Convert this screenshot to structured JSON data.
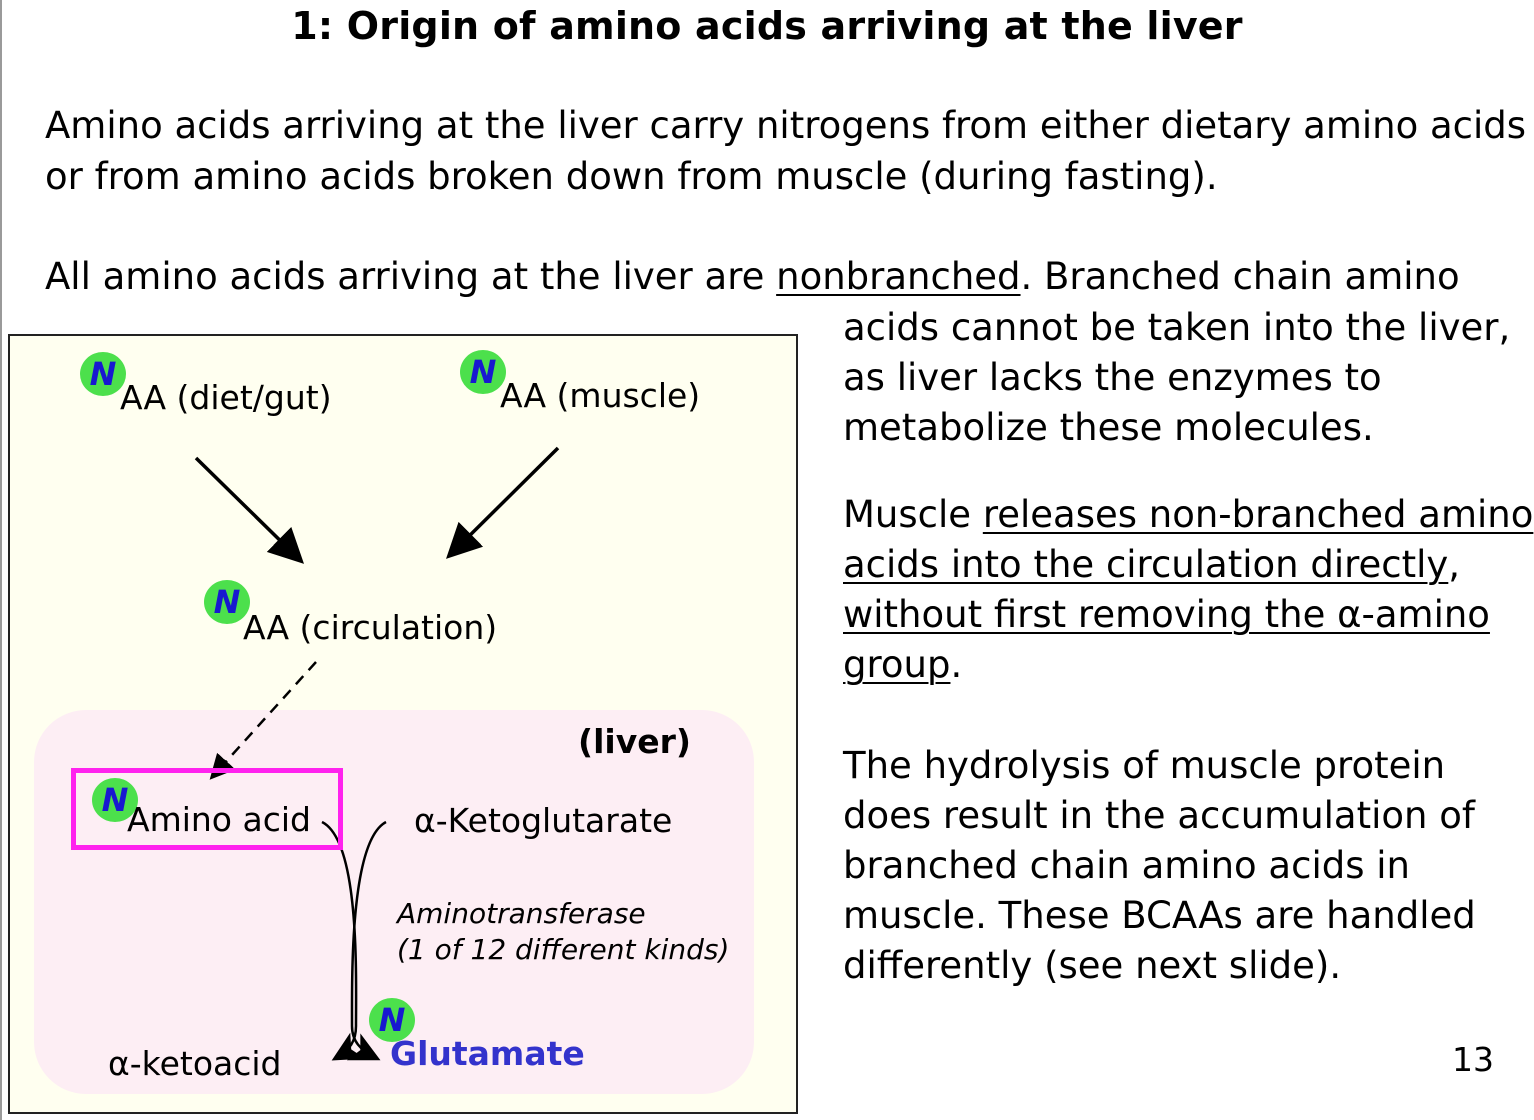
{
  "slide": {
    "title": "1:  Origin of amino acids arriving at the liver",
    "para1": {
      "line1": "Amino acids arriving at the liver carry nitrogens from either dietary amino acids",
      "line2": "or from amino acids broken down from muscle (during fasting)."
    },
    "para2": {
      "line1_a": "All amino acids arriving at the liver are ",
      "line1_u": "nonbranched",
      "line1_b": ".  Branched chain amino",
      "line2": "acids cannot be taken into the liver,",
      "line3": "as liver lacks the enzymes to",
      "line4": "metabolize these molecules."
    },
    "para3": {
      "line1_a": "Muscle ",
      "line1_u": "releases non-branched amino",
      "line2_u": "acids into the circulation directly",
      "line2_b": ",",
      "line3_u": "without first removing the α-amino",
      "line4_u": "group",
      "line4_b": "."
    },
    "para4": {
      "line1": "The hydrolysis of muscle protein",
      "line2": "does result in the accumulation of",
      "line3": "branched chain amino acids in",
      "line4": "muscle. These BCAAs are handled",
      "line5": "differently (see next slide)."
    },
    "page_number": "13"
  },
  "diagram": {
    "n_symbol": "N",
    "aa_diet": "AA (diet/gut)",
    "aa_muscle": "AA (muscle)",
    "aa_circulation": "AA (circulation)",
    "liver_label": "(liver)",
    "amino_acid": "Amino acid",
    "ketoglutarate": "α-Ketoglutarate",
    "enzyme_line1": "Aminotransferase",
    "enzyme_line2": "(1 of 12 different kinds)",
    "ketoacid": "α-ketoacid",
    "glutamate": "Glutamate",
    "colors": {
      "n_badge_fill": "#4ce04c",
      "n_letter": "#1818d0",
      "highlight_box": "#ff22ee",
      "liver_fill": "#fdeef4",
      "panel_fill": "#fffff0",
      "glutamate_text": "#3333cc"
    }
  }
}
